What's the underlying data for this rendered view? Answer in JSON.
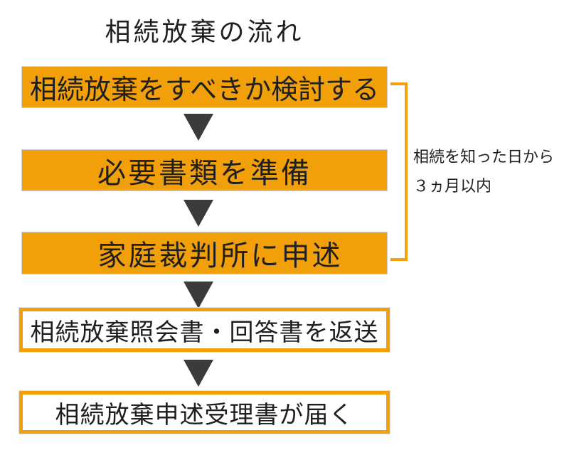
{
  "title": "相続放棄の流れ",
  "flow": {
    "steps": [
      {
        "label": "相続放棄をすべきか検討する",
        "style": "filled"
      },
      {
        "label": "必要書類を準備",
        "style": "filled"
      },
      {
        "label": "家庭裁判所に申述",
        "style": "filled"
      },
      {
        "label": "相続放棄照会書・回答書を返送",
        "style": "outlined"
      },
      {
        "label": "相続放棄申述受理書が届く",
        "style": "outlined"
      }
    ]
  },
  "annotation": {
    "line1": "相続を知った日から",
    "line2": "３ヵ月以内"
  },
  "icons": {
    "down_arrow": "▼"
  },
  "colors": {
    "accent_orange": "#F2A00A",
    "arrow_dark_gray": "#3B3B3B",
    "text_black": "#1F1F1F",
    "background_white": "#FFFFFF"
  }
}
